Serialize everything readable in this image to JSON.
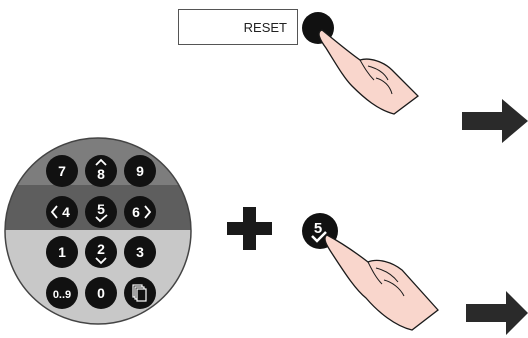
{
  "reset_button": {
    "label": "RESET"
  },
  "keypad": {
    "keys": [
      {
        "label": "7",
        "name": "key-7"
      },
      {
        "label": "8",
        "name": "key-8-up",
        "glyph": "up"
      },
      {
        "label": "9",
        "name": "key-9"
      },
      {
        "label": "4",
        "name": "key-4-left",
        "glyph": "left"
      },
      {
        "label": "5",
        "name": "key-5-confirm",
        "glyph": "check"
      },
      {
        "label": "6",
        "name": "key-6-right",
        "glyph": "right"
      },
      {
        "label": "1",
        "name": "key-1"
      },
      {
        "label": "2",
        "name": "key-2-down",
        "glyph": "down"
      },
      {
        "label": "3",
        "name": "key-3"
      },
      {
        "label": "0..9",
        "name": "key-0-9"
      },
      {
        "label": "0",
        "name": "key-0"
      },
      {
        "label": "",
        "name": "key-menu",
        "icon": "document-stack-icon"
      }
    ]
  },
  "confirm_key": {
    "label": "5",
    "icon": "check-icon"
  },
  "colors": {
    "key": "#111111",
    "panel_top": "#7d7d7d",
    "panel_mid": "#5e5e5e",
    "panel_bottom": "#c8c8c8",
    "skin": "#f9d6cc",
    "arrow": "#2a2a2a"
  }
}
